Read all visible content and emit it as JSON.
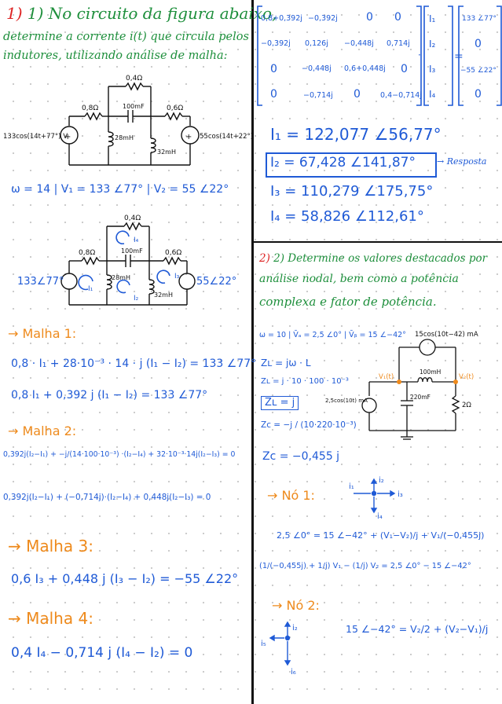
{
  "left": {
    "title": "1) No circuito da figura abaixo,",
    "title2": "determine a corrente i(t) que circula pelos",
    "title3": "indutores, utilizando análise de malha:",
    "c1": {
      "r_top": "0,4Ω",
      "r_left": "0,8Ω",
      "cap": "100mF",
      "r_right": "0,6Ω",
      "l_left": "28mH",
      "l_right": "32mH",
      "src_left": "133cos(14t+77°) V",
      "src_right": "55cos(14t+22°) V"
    },
    "given": "ω = 14  |  V₁ = 133 ∠77°  |  V₂ = 55 ∠22°",
    "c2": {
      "r_top": "0,4Ω",
      "r_left": "0,8Ω",
      "cap": "100mF",
      "r_right": "0,6Ω",
      "l_left": "28mH",
      "l_right": "32mH",
      "src_left": "133∠77°",
      "src_right": "55∠22°",
      "I1": "I₁",
      "I2": "I₂",
      "I3": "I₃",
      "I4": "I₄"
    },
    "m1_title": "→ Malha 1:",
    "m1_eq1": "0,8 · I₁ + 28·10⁻³ · 14 · j (I₁ − I₂) = 133 ∠77°",
    "m1_eq2": "0,8 I₁ + 0,392 j (I₁ − I₂) = 133 ∠77°",
    "m2_title": "→ Malha 2:",
    "m2_eq1": "0,392j(I₂−I₁) + −j/(14·100·10⁻³) ·(I₂−I₄) + 32·10⁻³·14j(I₂−I₃) = 0",
    "m2_eq2": "0,392j(I₂−I₁) + (−0,714j)·(I₂−I₄) + 0,448j(I₂−I₃) = 0",
    "m3_title": "→ Malha 3:",
    "m3_eq": "0,6 I₃ + 0,448 j (I₃ − I₂) = −55 ∠22°",
    "m4_title": "→ Malha 4:",
    "m4_eq": "0,4 I₄ − 0,714 j (I₄ − I₂) = 0"
  },
  "right": {
    "matrix": [
      [
        "0,8+0,392j",
        "−0,392j",
        "0",
        "0"
      ],
      [
        "−0,392j",
        "0,126j",
        "−0,448j",
        "0,714j"
      ],
      [
        "0",
        "−0,448j",
        "0,6+0,448j",
        "0"
      ],
      [
        "0",
        "−0,714j",
        "0",
        "0,4−0,714j"
      ]
    ],
    "unknowns": [
      "I₁",
      "I₂",
      "I₃",
      "I₄"
    ],
    "rhs": [
      "133 ∠77°",
      "0",
      "−55 ∠22°",
      "0"
    ],
    "equals": "=",
    "dot": "·",
    "res1": "I₁ = 122,077 ∠56,77°",
    "res2": "I₂ = 67,428 ∠141,87°",
    "res3": "I₃ = 110,279 ∠175,75°",
    "res4": "I₄ = 58,826 ∠112,61°",
    "answer": "→ Resposta",
    "q2a": "2) Determine os valores destacados por",
    "q2b": "análise nodal, bem como a potência",
    "q2c": "complexa e fator de potência.",
    "given2": "ω = 10 | V̄ₐ = 2,5 ∠0° | V̄ᵦ = 15 ∠−42°",
    "zl1": "Zʟ = jω · L",
    "zl2": "Zʟ = j · 10 · 100 · 10⁻³",
    "zl3": "Zʟ = j",
    "zc1": "Zc = −j / (10·220·10⁻³)",
    "zc2": "Zc = −0,455 j",
    "c3": {
      "src_top": "15cos(10t−42) mA",
      "v1": "V₁(t)",
      "v2": "V₂(t)",
      "ind": "100mH",
      "cap": "220mF",
      "res": "2Ω",
      "src_left": "2,5cos(10t) mA"
    },
    "no1": "→ Nó 1:",
    "n1_i1": "i₁",
    "n1_i2": "i₂",
    "n1_i3": "i₃",
    "n1_i4": "i₄",
    "n1_eq": "2,5 ∠0° = 15 ∠−42° + (V₁−V₂)/j + V₁/(−0,455j)",
    "n1_eq2": "(1/(−0,455j) + 1/j) V₁ − (1/j) V₂ = 2,5 ∠0° − 15 ∠−42°",
    "no2": "→ Nó 2:",
    "n2_i5": "i₅",
    "n2_i2": "i₂",
    "n2_i6": "i₆",
    "n2_eq": "15 ∠−42° = V₂/2 + (V₂−V₁)/j"
  }
}
